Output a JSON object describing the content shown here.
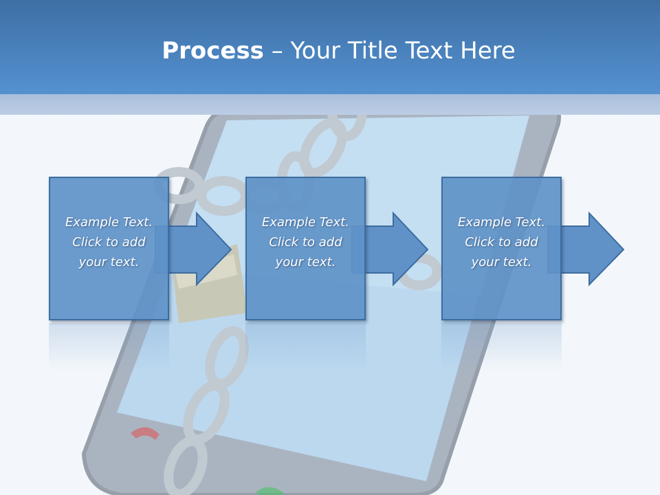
{
  "slide": {
    "title_bold": "Process",
    "title_rest": " – Your Title Text Here"
  },
  "steps": [
    {
      "line1": "Example Text.",
      "line2": "Click  to add",
      "line3": "your text."
    },
    {
      "line1": "Example Text.",
      "line2": "Click  to add",
      "line3": "your text."
    },
    {
      "line1": "Example Text.",
      "line2": "Click  to add",
      "line3": "your text."
    }
  ],
  "background": {
    "image": "smartphone-chained-padlock",
    "icons": [
      "phone-hangup-icon",
      "phone-call-icon"
    ]
  },
  "colors": {
    "header": "#4a82bd",
    "band": "#b4c7e2",
    "box_fill": "#6092c8",
    "box_border": "#3c6d9f",
    "text": "#ffffff"
  }
}
